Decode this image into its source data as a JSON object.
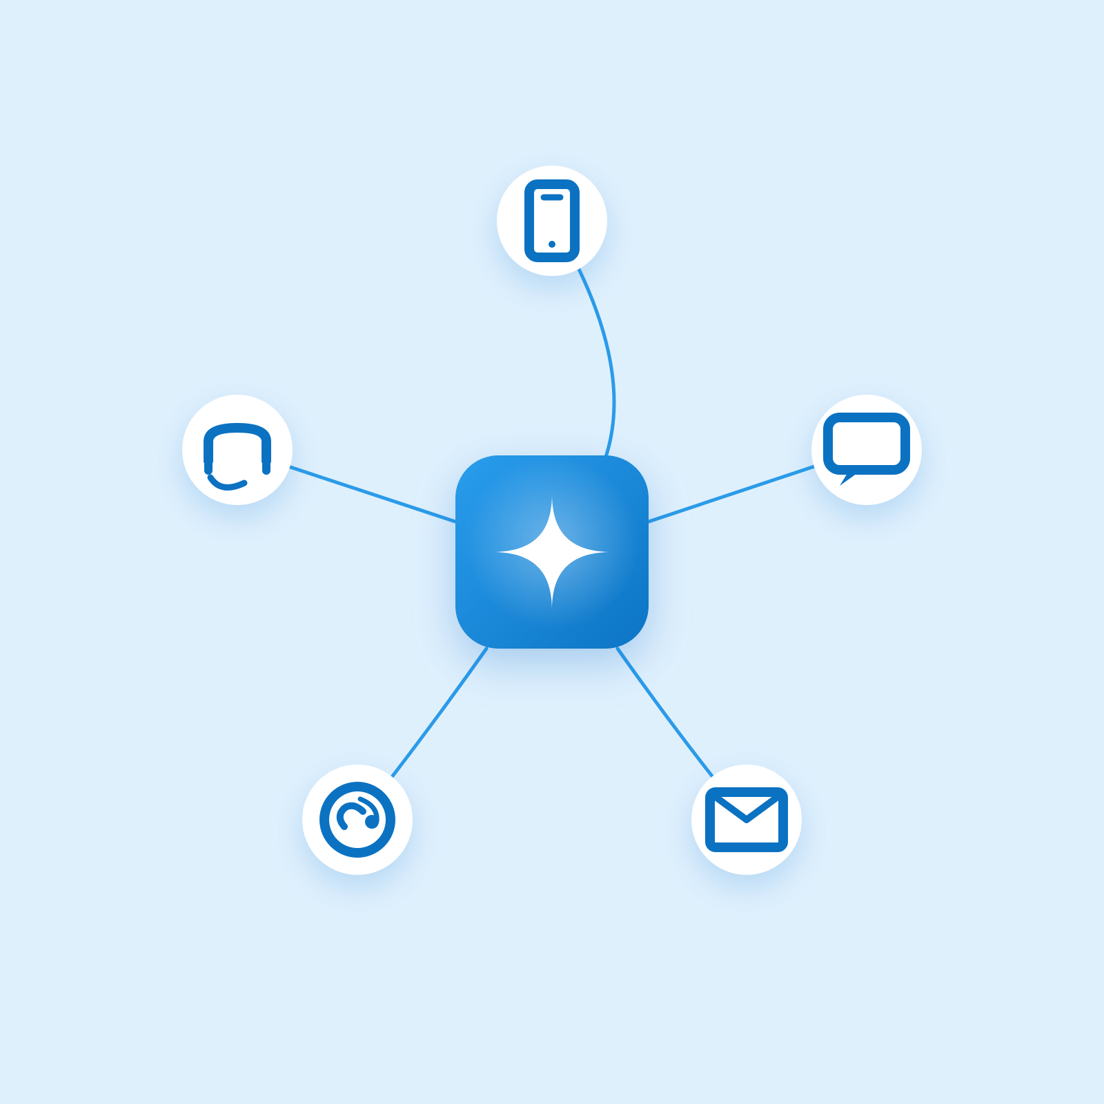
{
  "diagram": {
    "colors": {
      "background": "#dff0fd",
      "connector": "#2b9be8",
      "node_fill": "#ffffff",
      "icon_stroke": "#0b72c2",
      "hub_gradient_start": "#2a9ded",
      "hub_gradient_end": "#0c74c4",
      "hub_glyph": "#ffffff"
    },
    "hub": {
      "icon": "sparkle-icon"
    },
    "channels": [
      {
        "id": "mobile",
        "icon": "smartphone-icon"
      },
      {
        "id": "chat",
        "icon": "chat-bubble-icon"
      },
      {
        "id": "email",
        "icon": "envelope-icon"
      },
      {
        "id": "whatsapp",
        "icon": "whatsapp-icon"
      },
      {
        "id": "support",
        "icon": "headset-icon"
      }
    ]
  }
}
